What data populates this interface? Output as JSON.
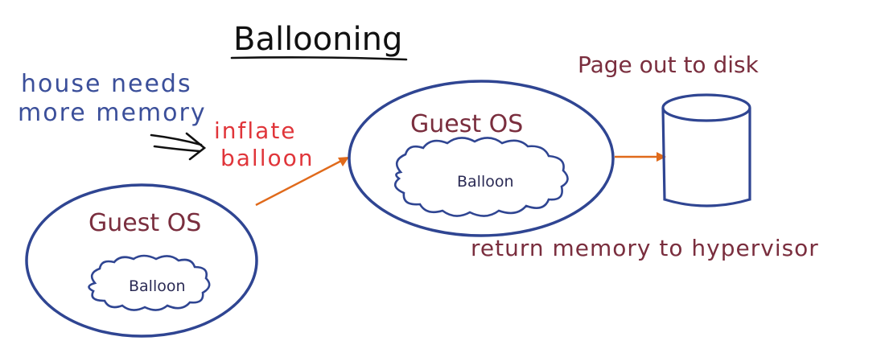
{
  "title": "Ballooning",
  "host_note_line1": "house needs",
  "host_note_line2": "more memory",
  "inflate_line1": "inflate",
  "inflate_line2": "balloon",
  "guest_left": {
    "label": "Guest OS",
    "balloon": "Balloon"
  },
  "guest_right": {
    "label": "Guest OS",
    "balloon": "Balloon"
  },
  "page_out": "Page out to disk",
  "return_memory": "return memory to hypervisor",
  "colors": {
    "blue_ink": "#2f4592",
    "maroon_ink": "#7a2e3e",
    "red_ink": "#e0353a",
    "orange_arrow": "#e06a1b"
  }
}
